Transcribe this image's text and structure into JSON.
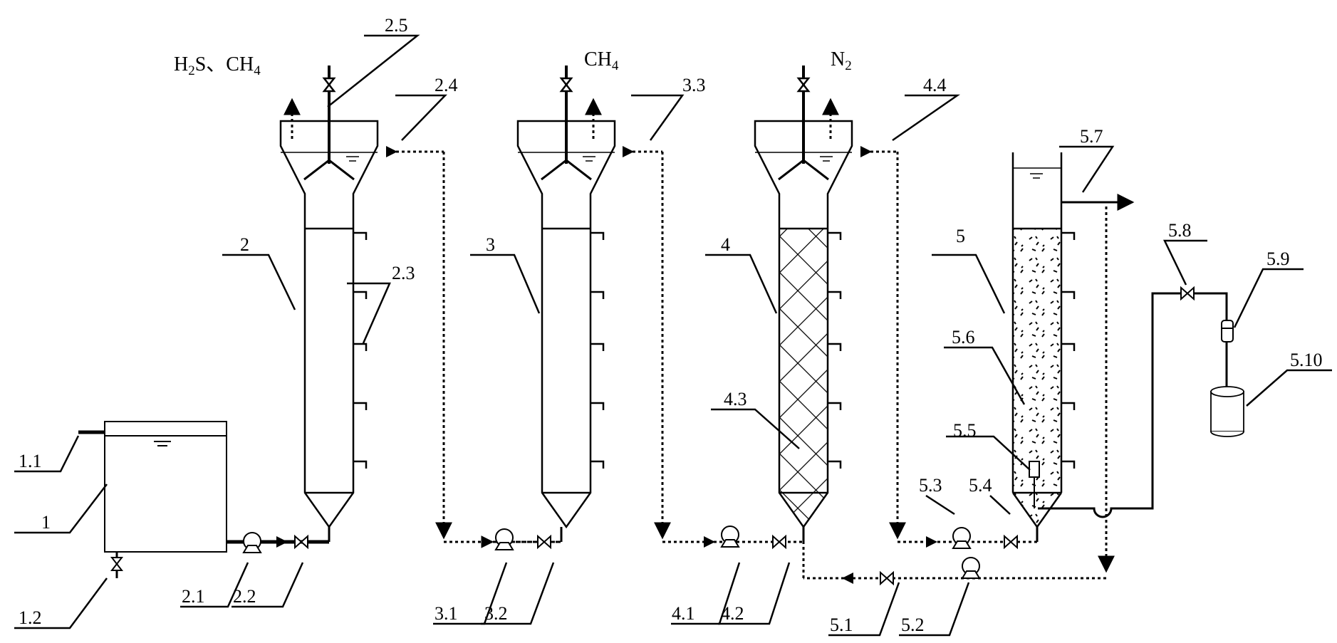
{
  "gases": {
    "reactor2": {
      "main": "H",
      "sub": "2",
      "rest": "S、CH",
      "sub2": "4"
    },
    "reactor3": {
      "main": "CH",
      "sub": "4"
    },
    "reactor4": {
      "main": "N",
      "sub": "2"
    }
  },
  "labels": {
    "l1": "1",
    "l1_1": "1.1",
    "l1_2": "1.2",
    "l2": "2",
    "l2_1": "2.1",
    "l2_2": "2.2",
    "l2_3": "2.3",
    "l2_4": "2.4",
    "l2_5": "2.5",
    "l3": "3",
    "l3_1": "3.1",
    "l3_2": "3.2",
    "l3_3": "3.3",
    "l4": "4",
    "l4_1": "4.1",
    "l4_2": "4.2",
    "l4_3": "4.3",
    "l4_4": "4.4",
    "l5": "5",
    "l5_1": "5.1",
    "l5_2": "5.2",
    "l5_3": "5.3",
    "l5_4": "5.4",
    "l5_5": "5.5",
    "l5_6": "5.6",
    "l5_7": "5.7",
    "l5_8": "5.8",
    "l5_9": "5.9",
    "l5_10": "5.10"
  },
  "colors": {
    "line": "#000000",
    "background": "#ffffff"
  }
}
